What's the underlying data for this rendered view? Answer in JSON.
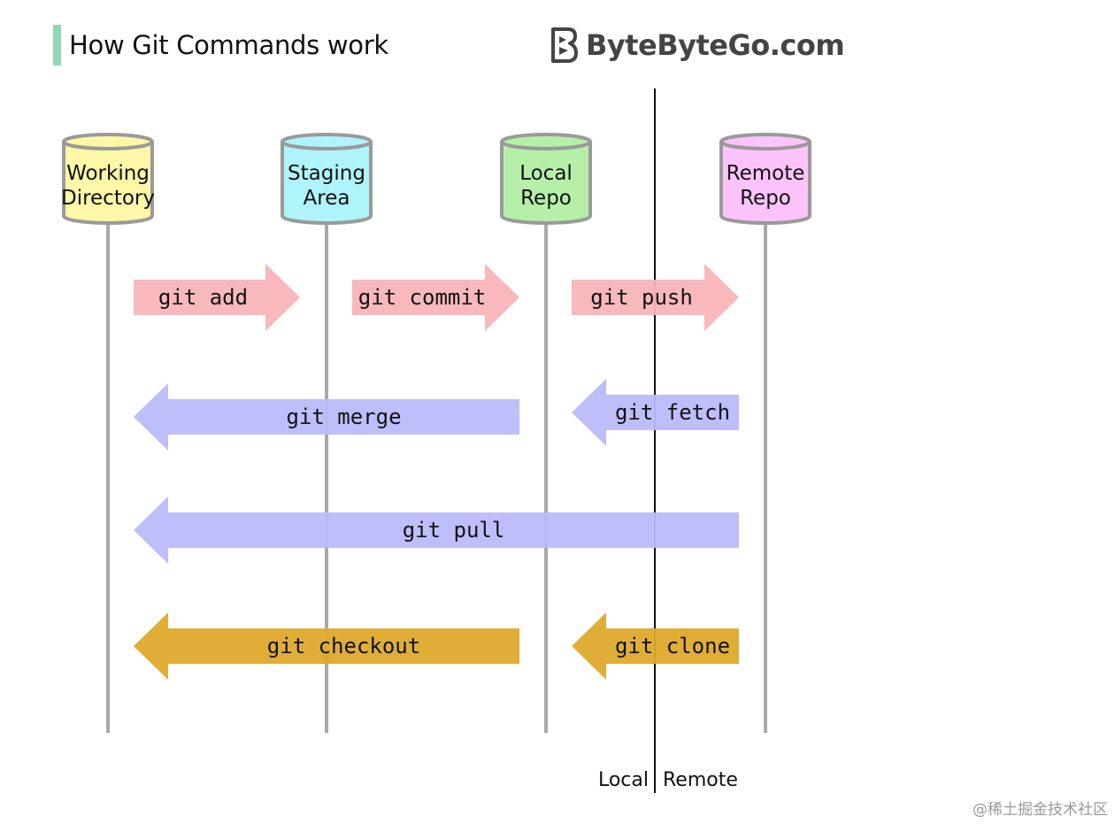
{
  "header": {
    "title": "How Git Commands work",
    "brand": "ByteByteGo.com"
  },
  "colors": {
    "title_bar": "#8fd8b4",
    "working_directory": "#fdf7a8",
    "staging_area": "#b0f4fb",
    "local_repo": "#b6f0a8",
    "remote_repo": "#fcc3fb",
    "forward_arrow": "#f8b4b8",
    "fetch_arrow": "#babbfb",
    "checkout_arrow": "#deaa2c"
  },
  "stores": [
    {
      "id": "working",
      "lines": [
        "Working",
        "Directory"
      ],
      "color": "#fdf7a8"
    },
    {
      "id": "staging",
      "lines": [
        "Staging",
        "Area"
      ],
      "color": "#b0f4fb"
    },
    {
      "id": "local",
      "lines": [
        "Local",
        "Repo"
      ],
      "color": "#b6f0a8"
    },
    {
      "id": "remote",
      "lines": [
        "Remote",
        "Repo"
      ],
      "color": "#fcc3fb"
    }
  ],
  "commands": [
    {
      "label": "git add",
      "from": "working",
      "to": "staging",
      "direction": "right",
      "color": "#f8b4b8"
    },
    {
      "label": "git commit",
      "from": "staging",
      "to": "local",
      "direction": "right",
      "color": "#f8b4b8"
    },
    {
      "label": "git push",
      "from": "local",
      "to": "remote",
      "direction": "right",
      "color": "#f8b4b8"
    },
    {
      "label": "git merge",
      "from": "local",
      "to": "working",
      "direction": "left",
      "color": "#babbfb"
    },
    {
      "label": "git fetch",
      "from": "remote",
      "to": "local",
      "direction": "left",
      "color": "#babbfb"
    },
    {
      "label": "git pull",
      "from": "remote",
      "to": "working",
      "direction": "left",
      "color": "#babbfb"
    },
    {
      "label": "git checkout",
      "from": "local",
      "to": "working",
      "direction": "left",
      "color": "#deaa2c"
    },
    {
      "label": "git clone",
      "from": "remote",
      "to": "local",
      "direction": "left",
      "color": "#deaa2c"
    }
  ],
  "divider": {
    "left_label": "Local",
    "right_label": "Remote"
  },
  "watermark": "@稀土掘金技术社区"
}
